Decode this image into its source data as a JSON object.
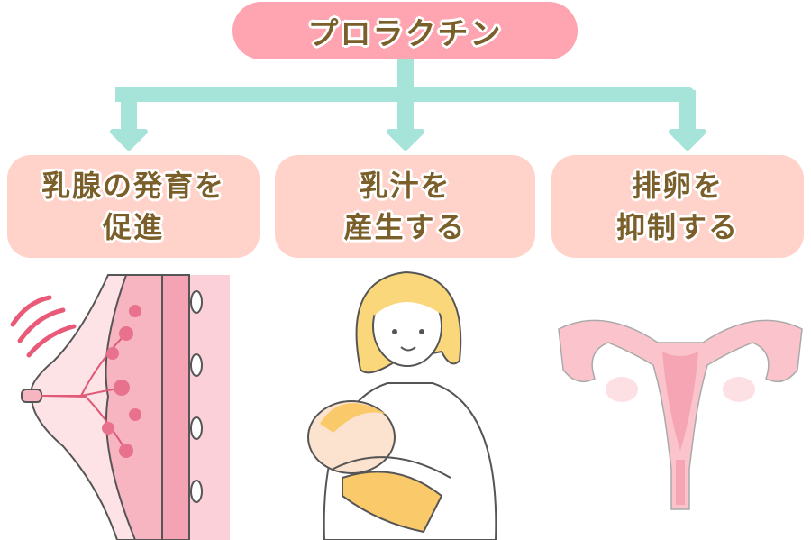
{
  "title": "プロラクチン",
  "effects": [
    {
      "line1": "乳腺の発育を",
      "line2": "促進"
    },
    {
      "line1": "乳汁を",
      "line2": "産生する"
    },
    {
      "line1": "排卵を",
      "line2": "抑制する"
    }
  ],
  "colors": {
    "title_box": "#ffa5b2",
    "effect_box": "#ffd2ca",
    "arrow": "#a6e3d9",
    "text": "#7a5f2a"
  }
}
